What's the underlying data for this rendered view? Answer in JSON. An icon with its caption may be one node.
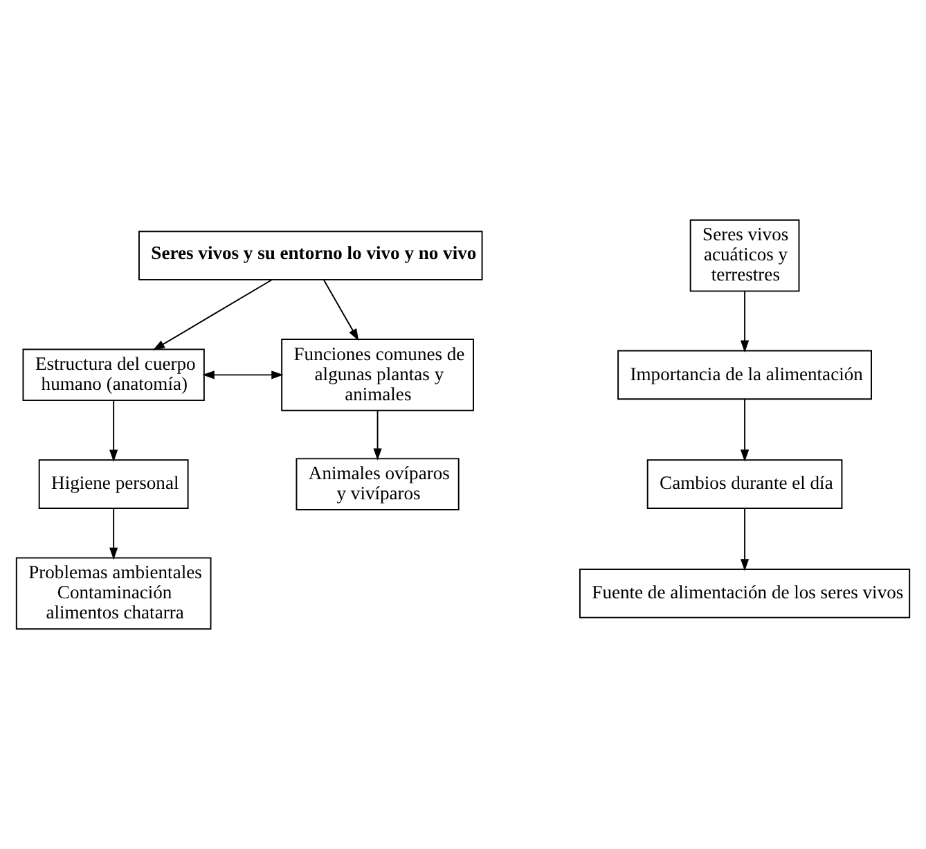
{
  "diagram": {
    "nodes": [
      {
        "text": [
          "Seres vivos y su entorno lo vivo y no vivo"
        ]
      },
      {
        "text": [
          "Estructura del cuerpo humano (anatomía)"
        ]
      },
      {
        "text": [
          "Funciones comunes de algunas plantas y animales"
        ]
      },
      {
        "text": [
          "Higiene personal"
        ]
      },
      {
        "text": [
          "Problemas ambientales Contaminación alimentos chatarra"
        ]
      },
      {
        "text": [
          "Animales ovíparos y vivíparos"
        ]
      },
      {
        "text": [
          "Seres vivos acuáticos y terrestres"
        ]
      },
      {
        "text": [
          "Importancia de la alimentación"
        ]
      },
      {
        "text": [
          "Cambios durante el día"
        ]
      },
      {
        "text": [
          "Fuente de alimentación de los seres vivos"
        ]
      }
    ],
    "edges": [
      {
        "from": 0,
        "to": 1,
        "arrow": "to"
      },
      {
        "from": 0,
        "to": 2,
        "arrow": "to"
      },
      {
        "from": 1,
        "to": 2,
        "arrow": "both"
      },
      {
        "from": 1,
        "to": 3,
        "arrow": "to"
      },
      {
        "from": 3,
        "to": 4,
        "arrow": "to"
      },
      {
        "from": 2,
        "to": 5,
        "arrow": "to"
      },
      {
        "from": 6,
        "to": 7,
        "arrow": "to"
      },
      {
        "from": 7,
        "to": 8,
        "arrow": "to"
      },
      {
        "from": 8,
        "to": 9,
        "arrow": "to"
      }
    ]
  }
}
